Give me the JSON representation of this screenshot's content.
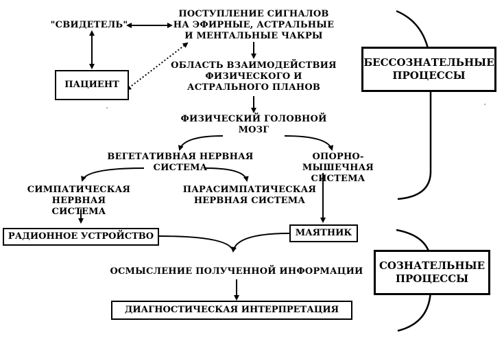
{
  "nodes": {
    "witness": "\"СВИДЕТЕЛЬ\"",
    "signals": "ПОСТУПЛЕНИЕ СИГНАЛОВ\nНА ЭФИРНЫЕ, АСТРАЛЬНЫЕ\nИ МЕНТАЛЬНЫЕ ЧАКРЫ",
    "patient": "ПАЦИЕНТ",
    "interaction": "ОБЛАСТЬ ВЗАИМОДЕЙСТВИЯ\nФИЗИЧЕСКОГО И\nАСТРАЛЬНОГО ПЛАНОВ",
    "brain": "ФИЗИЧЕСКИЙ ГОЛОВНОЙ\nМОЗГ",
    "vegetative": "ВЕГЕТАТИВНАЯ НЕРВНАЯ\nСИСТЕМА",
    "musculoskeletal": "ОПОРНО-МЫШЕЧНАЯ\nСИСТЕМА",
    "sympathetic": "СИМПАТИЧЕСКАЯ НЕРВНАЯ\nСИСТЕМА",
    "parasympathetic": "ПАРАСИМПАТИЧЕСКАЯ\nНЕРВНАЯ СИСТЕМА",
    "radionic": "РАДИОННОЕ УСТРОЙСТВО",
    "pendulum": "МАЯТНИК",
    "comprehension": "ОСМЫСЛЕНИЕ ПОЛУЧЕННОЙ ИНФОРМАЦИИ",
    "interpretation": "ДИАГНОСТИЧЕСКАЯ ИНТЕРПРЕТАЦИЯ"
  },
  "groups": {
    "unconscious": "БЕССОЗНАТЕЛЬНЫЕ\nПРОЦЕССЫ",
    "conscious": "СОЗНАТЕЛЬНЫЕ\nПРОЦЕССЫ"
  }
}
